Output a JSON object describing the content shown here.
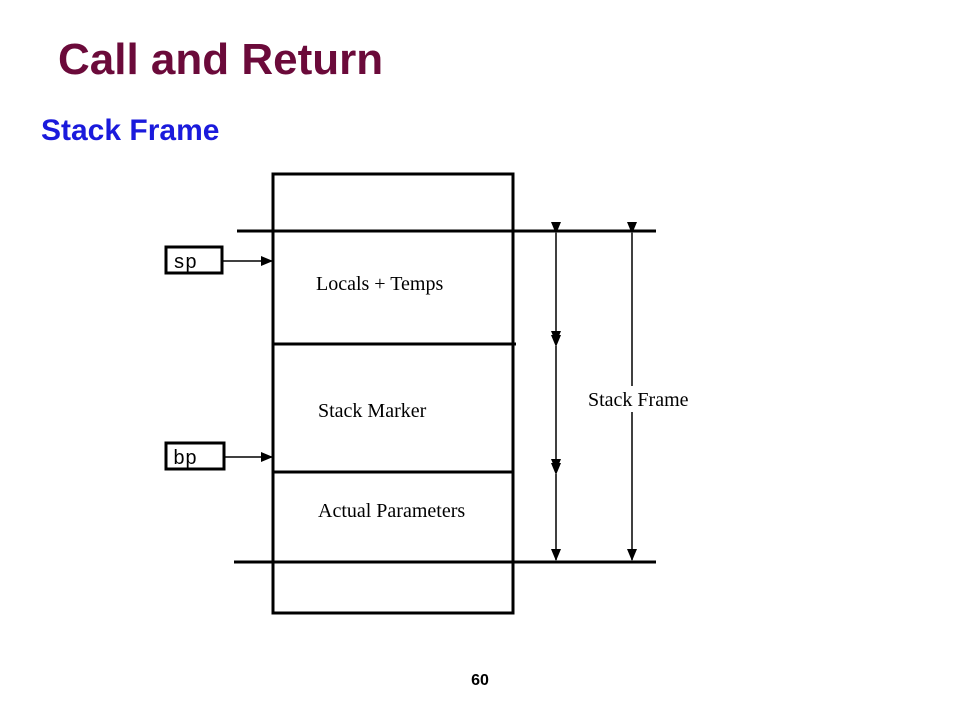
{
  "slide": {
    "title": "Call and Return",
    "subtitle": "Stack Frame",
    "page_number": "60"
  },
  "diagram": {
    "segments": [
      {
        "label": "Locals + Temps"
      },
      {
        "label": "Stack Marker"
      },
      {
        "label": "Actual Parameters"
      }
    ],
    "pointers": {
      "sp": "sp",
      "bp": "bp"
    },
    "frame_label": "Stack Frame"
  }
}
